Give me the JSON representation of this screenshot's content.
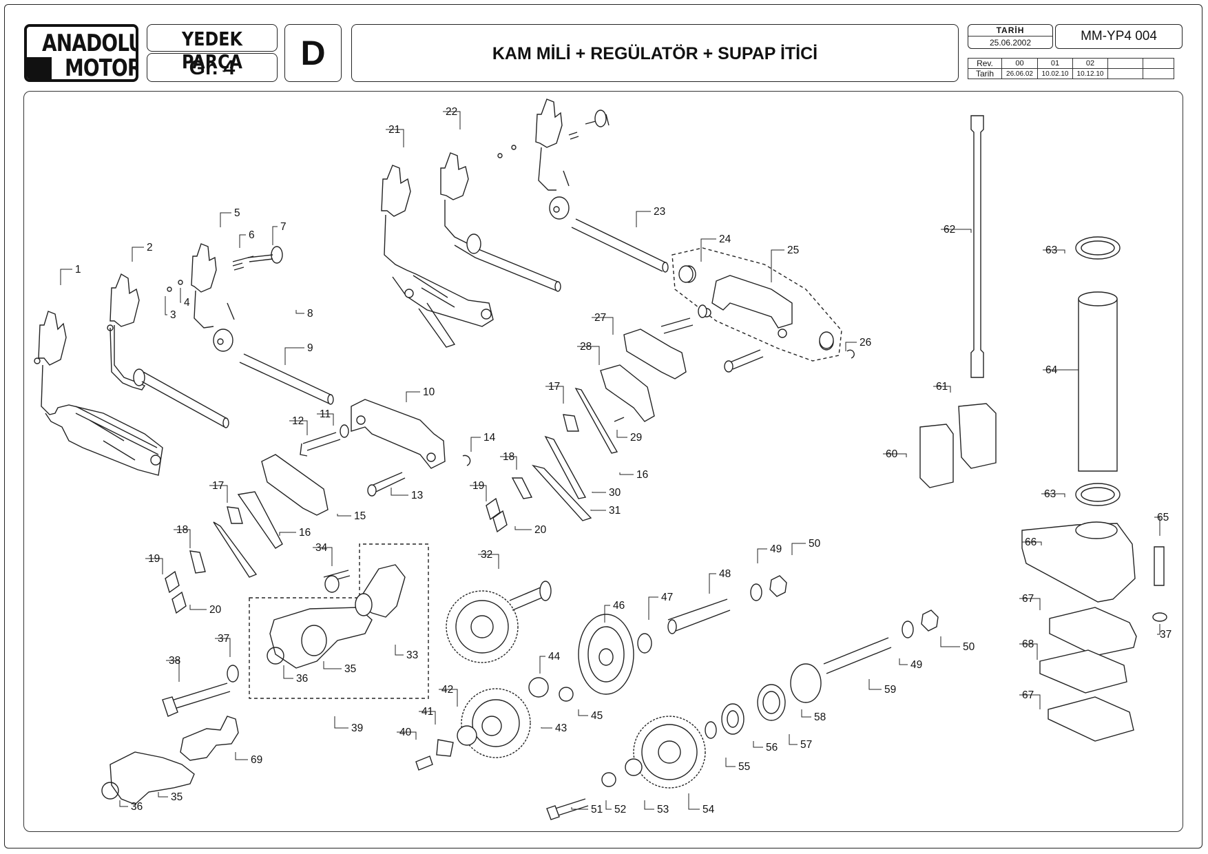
{
  "header": {
    "logo_line1": "ANADOLU",
    "logo_line2": "MOTOR",
    "group_title": "YEDEK PARÇA",
    "group_number": "Gr. 4",
    "section_letter": "D",
    "title": "KAM MİLİ + REGÜLATÖR + SUPAP İTİCİ",
    "date_label": "TARİH",
    "date_value": "25.06.2002",
    "doc_code": "MM-YP4 004"
  },
  "revisions": {
    "rev_label": "Rev.",
    "date_label": "Tarih",
    "numbers": [
      "00",
      "01",
      "02",
      "",
      ""
    ],
    "dates": [
      "26.06.02",
      "10.02.10",
      "10.12.10",
      "",
      ""
    ]
  },
  "callouts": [
    "1",
    "2",
    "3",
    "4",
    "5",
    "6",
    "7",
    "8",
    "9",
    "10",
    "11",
    "12",
    "13",
    "14",
    "15",
    "16",
    "17",
    "18",
    "19",
    "20",
    "21",
    "22",
    "23",
    "24",
    "25",
    "26",
    "27",
    "28",
    "29",
    "30",
    "31",
    "32",
    "33",
    "34",
    "35",
    "36",
    "37",
    "38",
    "39",
    "40",
    "41",
    "42",
    "43",
    "44",
    "45",
    "46",
    "47",
    "48",
    "49",
    "50",
    "51",
    "52",
    "53",
    "54",
    "55",
    "56",
    "57",
    "58",
    "59",
    "60",
    "61",
    "62",
    "63",
    "64",
    "65",
    "66",
    "67",
    "68",
    "69"
  ]
}
